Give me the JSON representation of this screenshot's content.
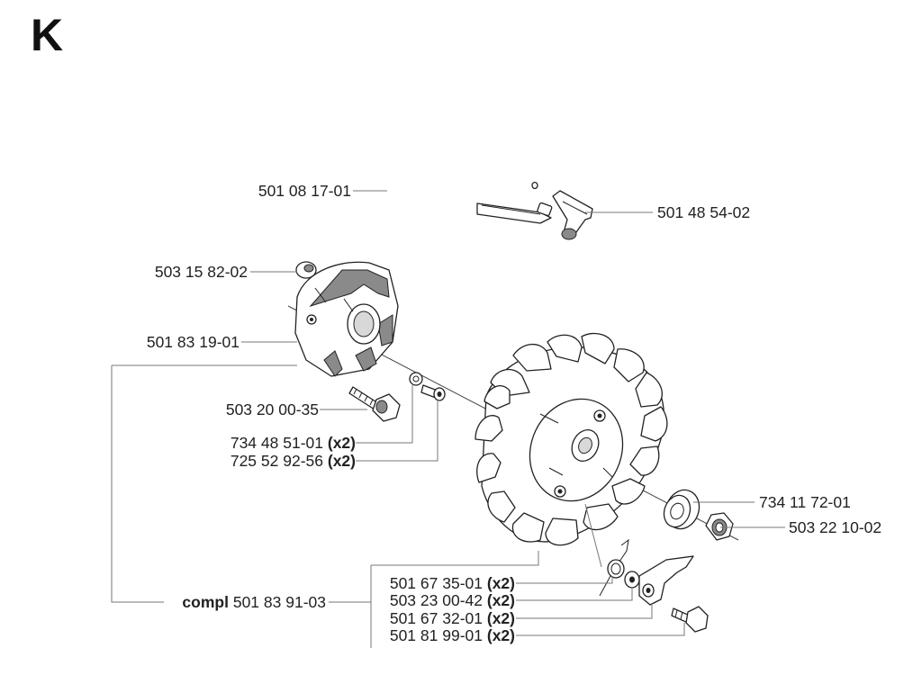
{
  "page": {
    "title": "K"
  },
  "parts": [
    {
      "name": "part-label-501-08-17-01",
      "number": "501 08 17-01",
      "qty": ""
    },
    {
      "name": "part-label-501-48-54-02",
      "number": "501 48 54-02",
      "qty": ""
    },
    {
      "name": "part-label-503-15-82-02",
      "number": "503 15 82-02",
      "qty": ""
    },
    {
      "name": "part-label-501-83-19-01",
      "number": "501 83 19-01",
      "qty": ""
    },
    {
      "name": "part-label-503-20-00-35",
      "number": "503 20 00-35",
      "qty": ""
    },
    {
      "name": "part-label-734-48-51-01",
      "number": "734 48 51-01",
      "qty": "(x2)"
    },
    {
      "name": "part-label-725-52-92-56",
      "number": "725 52 92-56",
      "qty": "(x2)"
    },
    {
      "name": "part-label-734-11-72-01",
      "number": "734 11 72-01",
      "qty": ""
    },
    {
      "name": "part-label-503-22-10-02",
      "number": "503 22 10-02",
      "qty": ""
    },
    {
      "name": "part-label-501-67-35-01",
      "number": "501 67 35-01",
      "qty": "(x2)"
    },
    {
      "name": "part-label-503-23-00-42",
      "number": "503 23 00-42",
      "qty": "(x2)"
    },
    {
      "name": "part-label-501-67-32-01",
      "number": "501 67 32-01",
      "qty": "(x2)"
    },
    {
      "name": "part-label-501-81-99-01",
      "number": "501 81 99-01",
      "qty": "(x2)"
    }
  ],
  "assembly": {
    "prefix": "compl",
    "number": "501 83 91-03"
  }
}
